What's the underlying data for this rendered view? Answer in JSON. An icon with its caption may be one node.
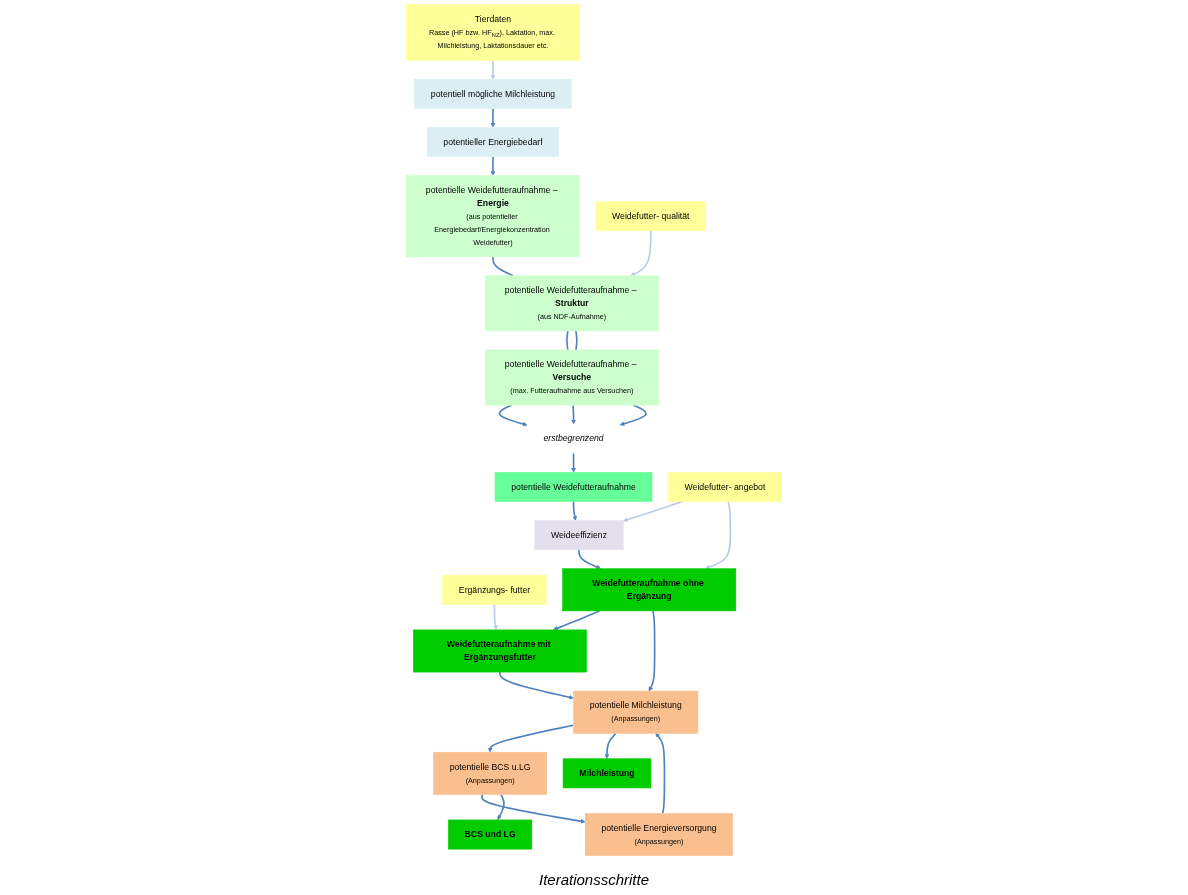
{
  "diagram": {
    "nodes": [
      {
        "text": [
          "Tierdaten",
          "Rasse (HF bzw. HF$_{NZ}$), Laktation, max. Milchleistung, Laktationsdauer etc."
        ]
      },
      {
        "text": [
          "potentiell mögliche Milchleistung"
        ]
      },
      {
        "text": [
          "potentieller Energiebedarf"
        ]
      },
      {
        "text": [
          "potentielle Weidefutteraufnahme – **Energie**",
          "(aus potentieller Energiebedarf/Energiekonzentration Weidefutter)"
        ]
      },
      {
        "text": [
          "Weidefutter- qualität"
        ]
      },
      {
        "text": [
          "potentielle Weidefutteraufnahme – **Struktur**",
          "(aus NDF-Aufnahme)"
        ]
      },
      {
        "text": [
          "potentielle Weidefutteraufnahme – **Versuche**",
          "(max. Futteraufnahme aus Versuchen)"
        ]
      },
      {
        "text": [
          "erstbegrenzend"
        ]
      },
      {
        "text": [
          "potentielle Weidefutteraufnahme"
        ]
      },
      {
        "text": [
          "Weidefutter- angebot"
        ]
      },
      {
        "text": [
          "Weideeffizienz"
        ]
      },
      {
        "text": [
          "Ergänzungs- futter"
        ]
      },
      {
        "text": [
          "Weidefutteraufnahme ohne Ergänzung"
        ]
      },
      {
        "text": [
          "Weidefutteraufnahme mit Ergänzungsfutter"
        ]
      },
      {
        "text": [
          "Milchleistung"
        ]
      },
      {
        "text": [
          "BCS und LG"
        ]
      },
      {
        "text": [
          "potentielle Milchleistung",
          "(Anpassungen)"
        ]
      },
      {
        "text": [
          "potentielle BCS u.LG",
          "(Anpassungen)"
        ]
      },
      {
        "text": [
          "potentielle Energieversorgung",
          "(Anpassungen)"
        ]
      }
    ],
    "edges": [
      {
        "from": 0,
        "to": 1,
        "arrow": "to",
        "color": "#b9cde5"
      },
      {
        "from": 1,
        "to": 2,
        "arrow": "to"
      },
      {
        "from": 2,
        "to": 3,
        "arrow": "to"
      },
      {
        "from": 3,
        "to": 5,
        "arrow": "none"
      },
      {
        "from": 4,
        "to": 5,
        "arrow": "to",
        "color": "#b9cde5"
      },
      {
        "from": 5,
        "to": 6,
        "arrow": "none"
      },
      {
        "from": 5,
        "to": 6,
        "arrow": "none"
      },
      {
        "from": 6,
        "to": 7,
        "arrow": "to"
      },
      {
        "from": 6,
        "to": 7,
        "arrow": "to"
      },
      {
        "from": 6,
        "to": 7,
        "arrow": "to"
      },
      {
        "from": 7,
        "to": 8,
        "arrow": "to"
      },
      {
        "from": 8,
        "to": 10,
        "arrow": "to"
      },
      {
        "from": 9,
        "to": 10,
        "arrow": "to",
        "color": "#b9cde5"
      },
      {
        "from": 9,
        "to": 12,
        "arrow": "to",
        "color": "#b9cde5"
      },
      {
        "from": 10,
        "to": 12,
        "arrow": "to"
      },
      {
        "from": 11,
        "to": 13,
        "arrow": "to",
        "color": "#b9cde5"
      },
      {
        "from": 12,
        "to": 13,
        "arrow": "to"
      },
      {
        "from": 12,
        "to": 16,
        "arrow": "to"
      },
      {
        "from": 13,
        "to": 16,
        "arrow": "to"
      },
      {
        "from": 16,
        "to": 17,
        "arrow": "to"
      },
      {
        "from": 17,
        "to": 18,
        "arrow": "to"
      },
      {
        "from": 18,
        "to": 16,
        "arrow": "to"
      },
      {
        "from": 16,
        "to": 14,
        "arrow": "to"
      },
      {
        "from": 17,
        "to": 15,
        "arrow": "to"
      }
    ],
    "labels": [
      "Iterationsschritte"
    ]
  }
}
